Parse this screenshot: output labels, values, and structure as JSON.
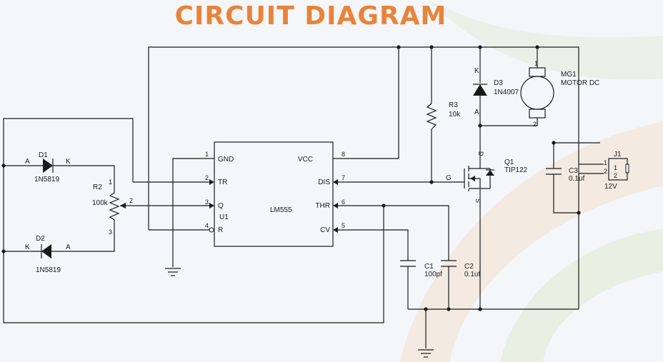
{
  "title": "CIRCUIT DIAGRAM",
  "colors": {
    "title": "#e8843a",
    "wire": "#1a1a1a",
    "background": "#f4f6f9"
  },
  "ic": {
    "ref": "U1",
    "part": "LM555",
    "pins": [
      {
        "num": "1",
        "name": "GND"
      },
      {
        "num": "2",
        "name": "TR"
      },
      {
        "num": "3",
        "name": "Q"
      },
      {
        "num": "4",
        "name": "R"
      },
      {
        "num": "8",
        "name": "VCC"
      },
      {
        "num": "7",
        "name": "DIS"
      },
      {
        "num": "6",
        "name": "THR"
      },
      {
        "num": "5",
        "name": "CV"
      }
    ]
  },
  "d1": {
    "ref": "D1",
    "part": "1N5819",
    "a": "A",
    "k": "K"
  },
  "d2": {
    "ref": "D2",
    "part": "1N5819",
    "a": "A",
    "k": "K"
  },
  "r2": {
    "ref": "R2",
    "value": "100k",
    "pin1": "1",
    "pin2": "2",
    "pin3": "3"
  },
  "r3": {
    "ref": "R3",
    "value": "10k"
  },
  "d3": {
    "ref": "D3",
    "part": "1N4007",
    "a": "A",
    "k": "K"
  },
  "mg1": {
    "ref": "MG1",
    "part": "MOTOR DC",
    "pin1": "1",
    "pin2": "2"
  },
  "q1": {
    "ref": "Q1",
    "part": "TIP122",
    "g": "G",
    "d": "D",
    "s": "S"
  },
  "c1": {
    "ref": "C1",
    "value": "100pf"
  },
  "c2": {
    "ref": "C2",
    "value": "0.1uf"
  },
  "c3": {
    "ref": "C3",
    "value": "0.1uf"
  },
  "j1": {
    "ref": "J1",
    "label": "12V",
    "pin1": "1",
    "pin2": "2"
  }
}
